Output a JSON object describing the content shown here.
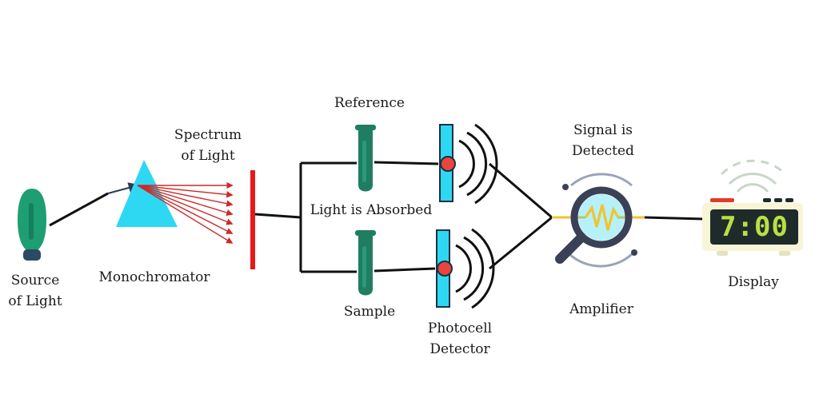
{
  "labels": {
    "source_line1": "Source",
    "source_line2": "of Light",
    "monochromator": "Monochromator",
    "spectrum_line1": "Spectrum",
    "spectrum_line2": "of Light",
    "reference": "Reference",
    "light_absorbed": "Light is Absorbed",
    "sample": "Sample",
    "photocell_line1": "Photocell",
    "photocell_line2": "Detector",
    "signal_line1": "Signal is",
    "signal_line2": "Detected",
    "amplifier": "Amplifier",
    "display": "Display"
  },
  "display_reading": "7:00",
  "colors": {
    "bulb": "#1e9e73",
    "bulb_base": "#2b4a63",
    "prism": "#2ed8f2",
    "beam": "#cc2a2a",
    "grating": "#e31b1b",
    "test_tube": "#1f7d62",
    "detector": "#2fd8f2",
    "detector_dot": "#e8463c",
    "magnifier_ring": "#3a4157",
    "signal": "#f2c42b",
    "clock_body": "#f7f5d6",
    "clock_screen": "#1f2b2b",
    "clock_digits": "#b8e043",
    "wire": "#111111"
  }
}
